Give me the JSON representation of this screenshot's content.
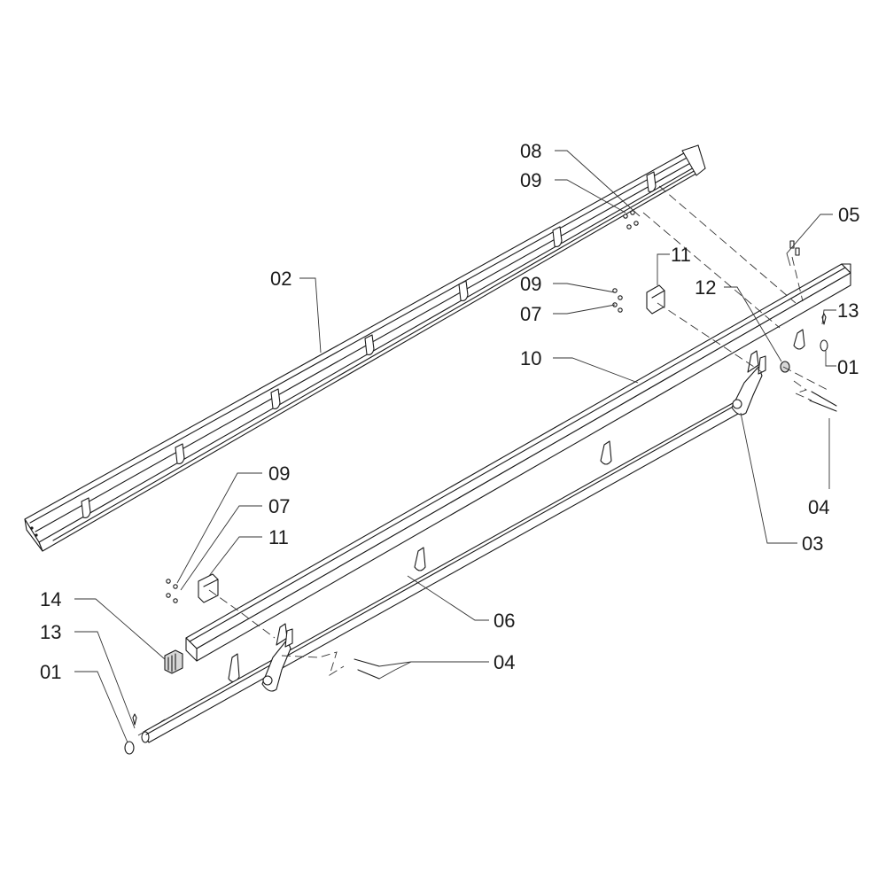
{
  "callouts": [
    {
      "id": "c08",
      "label": "08"
    },
    {
      "id": "c09a",
      "label": "09"
    },
    {
      "id": "c05",
      "label": "05"
    },
    {
      "id": "c11a",
      "label": "11"
    },
    {
      "id": "c02",
      "label": "02"
    },
    {
      "id": "c09b",
      "label": "09"
    },
    {
      "id": "c12",
      "label": "12"
    },
    {
      "id": "c07a",
      "label": "07"
    },
    {
      "id": "c13a",
      "label": "13"
    },
    {
      "id": "c10",
      "label": "10"
    },
    {
      "id": "c01a",
      "label": "01"
    },
    {
      "id": "c09c",
      "label": "09"
    },
    {
      "id": "c04a",
      "label": "04"
    },
    {
      "id": "c07b",
      "label": "07"
    },
    {
      "id": "c11b",
      "label": "11"
    },
    {
      "id": "c03",
      "label": "03"
    },
    {
      "id": "c14",
      "label": "14"
    },
    {
      "id": "c06",
      "label": "06"
    },
    {
      "id": "c13b",
      "label": "13"
    },
    {
      "id": "c04b",
      "label": "04"
    },
    {
      "id": "c01b",
      "label": "01"
    }
  ]
}
